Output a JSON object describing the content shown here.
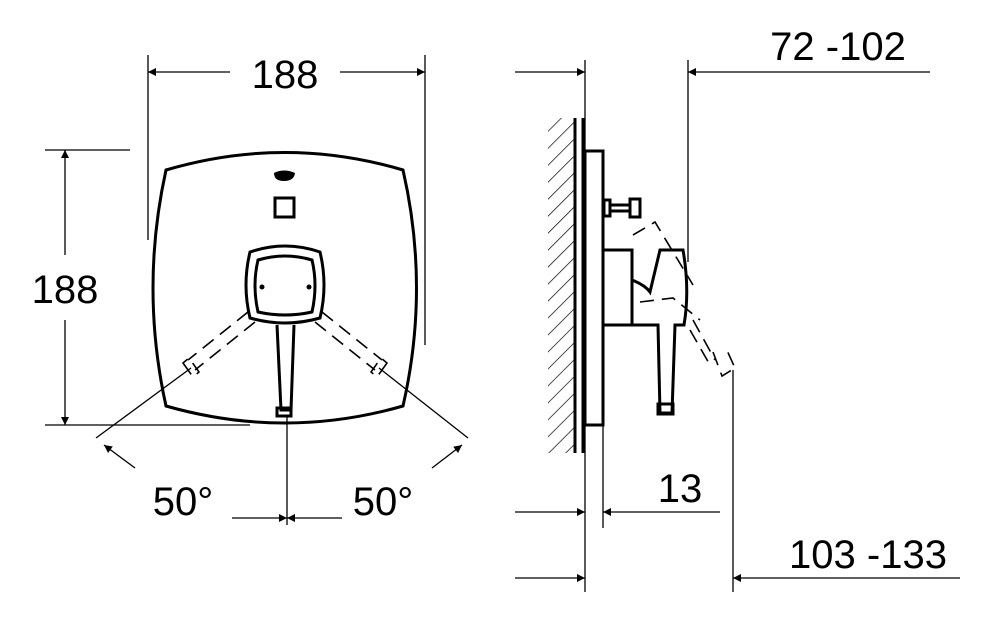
{
  "dimensions": {
    "width": "188",
    "height": "188",
    "angle_left": "50°",
    "angle_right": "50°",
    "projection_range": "72 -102",
    "plate_offset": "13",
    "depth_range": "103 -133"
  }
}
